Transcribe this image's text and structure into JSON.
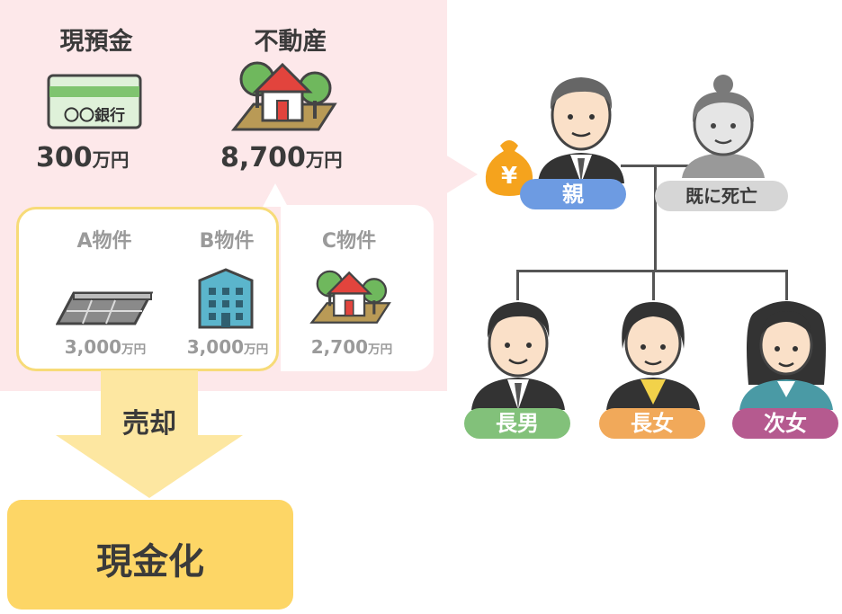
{
  "assets": {
    "cash": {
      "label": "現預金",
      "value": "300",
      "unit": "万円",
      "card_text": "〇〇銀行"
    },
    "real_estate": {
      "label": "不動産",
      "value": "8,700",
      "unit": "万円"
    }
  },
  "properties": [
    {
      "label": "A物件",
      "value": "3,000",
      "unit": "万円"
    },
    {
      "label": "B物件",
      "value": "3,000",
      "unit": "万円"
    },
    {
      "label": "C物件",
      "value": "2,700",
      "unit": "万円"
    }
  ],
  "sale": {
    "label": "売却",
    "result": "現金化"
  },
  "family": {
    "yen_symbol": "¥",
    "parent": "親",
    "spouse": "既に死亡",
    "children": [
      "長男",
      "長女",
      "次女"
    ]
  },
  "colors": {
    "panel_pink": "#fde8ea",
    "highlight_yellow": "#f7db78",
    "cash_box_yellow": "#fdd666",
    "parent_blue": "#6d9be2",
    "spouse_gray": "#d6d6d6",
    "eldest_son_green": "#82c17a",
    "eldest_daughter_orange": "#f1a95a",
    "second_daughter_magenta": "#b55a8f"
  }
}
